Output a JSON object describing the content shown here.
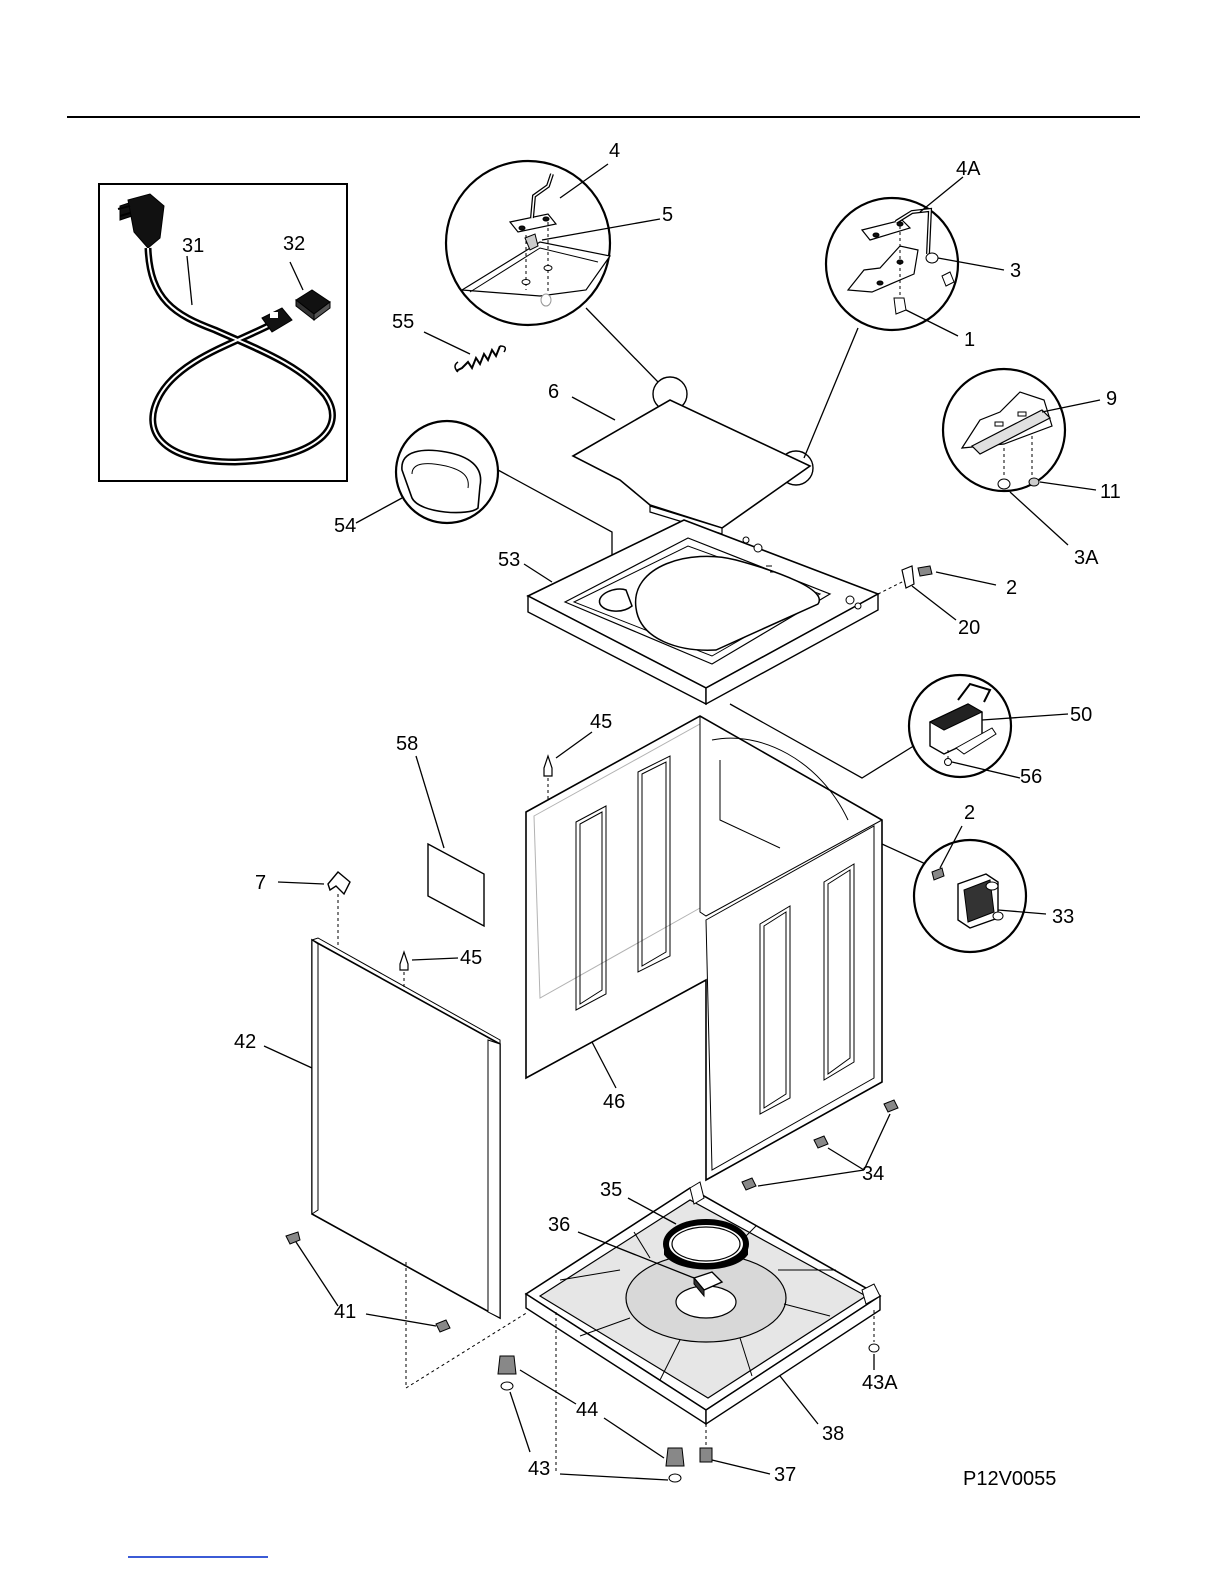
{
  "figure_code": "P12V0055",
  "part_labels": [
    {
      "id": "4",
      "text": "4"
    },
    {
      "id": "4A",
      "text": "4A"
    },
    {
      "id": "5",
      "text": "5"
    },
    {
      "id": "3",
      "text": "3"
    },
    {
      "id": "1",
      "text": "1"
    },
    {
      "id": "31",
      "text": "31"
    },
    {
      "id": "32",
      "text": "32"
    },
    {
      "id": "55",
      "text": "55"
    },
    {
      "id": "6",
      "text": "6"
    },
    {
      "id": "9",
      "text": "9"
    },
    {
      "id": "11",
      "text": "11"
    },
    {
      "id": "3A",
      "text": "3A"
    },
    {
      "id": "54",
      "text": "54"
    },
    {
      "id": "53",
      "text": "53"
    },
    {
      "id": "2a",
      "text": "2"
    },
    {
      "id": "20",
      "text": "20"
    },
    {
      "id": "50",
      "text": "50"
    },
    {
      "id": "56",
      "text": "56"
    },
    {
      "id": "45a",
      "text": "45"
    },
    {
      "id": "58",
      "text": "58"
    },
    {
      "id": "2b",
      "text": "2"
    },
    {
      "id": "7",
      "text": "7"
    },
    {
      "id": "33",
      "text": "33"
    },
    {
      "id": "45b",
      "text": "45"
    },
    {
      "id": "42",
      "text": "42"
    },
    {
      "id": "46",
      "text": "46"
    },
    {
      "id": "34",
      "text": "34"
    },
    {
      "id": "35",
      "text": "35"
    },
    {
      "id": "36",
      "text": "36"
    },
    {
      "id": "41",
      "text": "41"
    },
    {
      "id": "43A",
      "text": "43A"
    },
    {
      "id": "44",
      "text": "44"
    },
    {
      "id": "38",
      "text": "38"
    },
    {
      "id": "43",
      "text": "43"
    },
    {
      "id": "37",
      "text": "37"
    }
  ]
}
